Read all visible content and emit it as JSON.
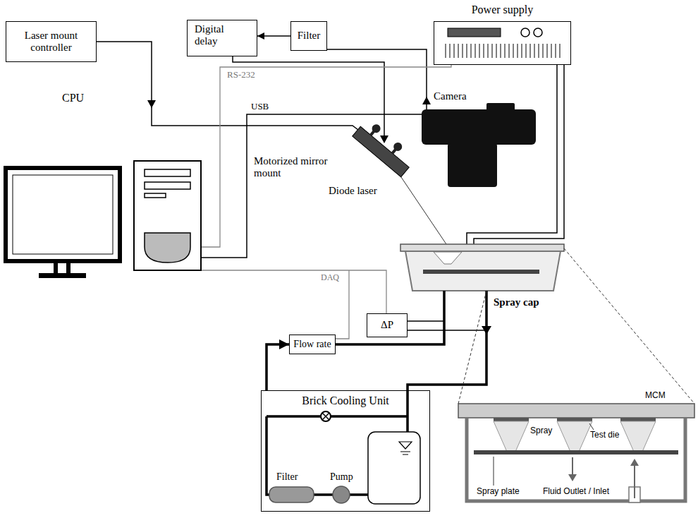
{
  "diagram": {
    "nodes": [
      {
        "text": [
          "Laser mount controller"
        ]
      },
      {
        "text": [
          "Digital delay"
        ]
      },
      {
        "text": [
          "Filter"
        ]
      },
      {
        "text": [
          "Power supply"
        ]
      },
      {
        "text": [
          "Flow rate"
        ]
      },
      {
        "text": [
          "ΔP"
        ]
      },
      {
        "text": [
          "Brick Cooling Unit"
        ]
      }
    ],
    "edges": [
      {
        "from": 2,
        "to": 1,
        "arrow": "to"
      },
      {
        "from": 6,
        "to": 4,
        "arrow": "to"
      }
    ],
    "labels": [
      "CPU",
      "RS-232",
      "USB",
      "Camera",
      "Motorized mirror mount",
      "Diode laser",
      "Spray cap",
      "DAQ",
      "Filter",
      "Pump",
      "Spray",
      "Test die",
      "MCM",
      "Spray plate",
      "Fluid Outlet / Inlet"
    ]
  }
}
